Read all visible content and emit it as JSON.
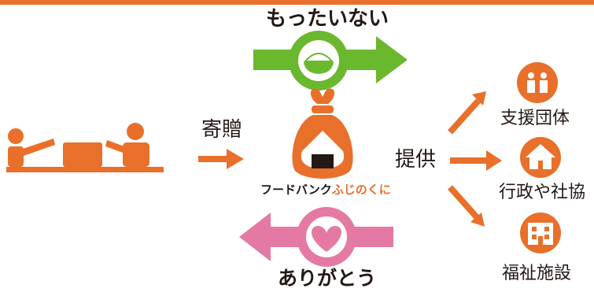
{
  "colors": {
    "orange": "#e8702a",
    "green": "#6ab82e",
    "pink": "#e47aa4",
    "dark": "#231815",
    "band": "#e8702a"
  },
  "labels": {
    "mottainai": "もったいない",
    "arigatou": "ありがとう",
    "kizou": "寄贈",
    "teikyo": "提供",
    "org_prefix": "フードバンク",
    "org_name": "ふじのくに"
  },
  "recipients": [
    {
      "label": "支援団体",
      "icon": "people-icon"
    },
    {
      "label": "行政や社協",
      "icon": "house-icon"
    },
    {
      "label": "福祉施設",
      "icon": "building-icon"
    }
  ],
  "icons": {
    "donor": "donor-handover-icon",
    "center": "rice-ball-bag-icon",
    "rice_bowl": "rice-bowl-icon",
    "heart": "heart-icon"
  }
}
